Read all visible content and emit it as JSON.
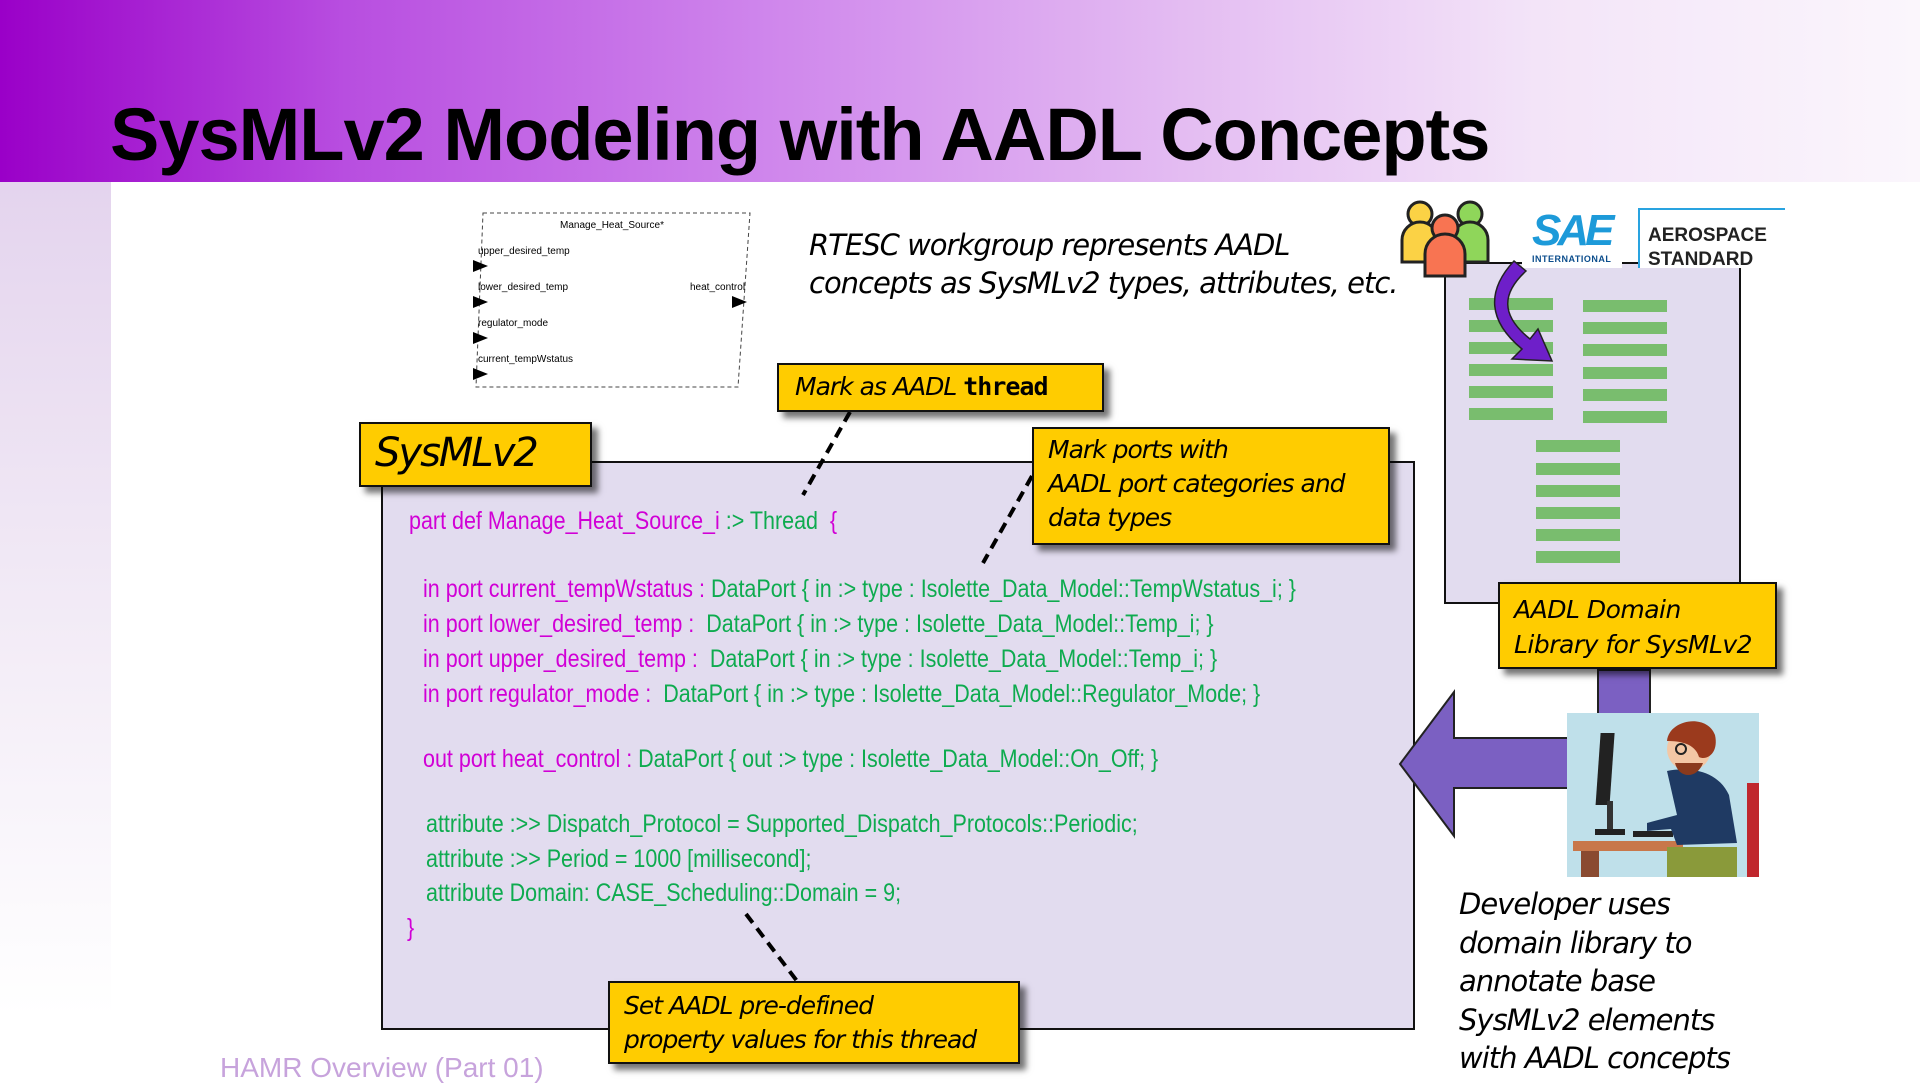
{
  "slide": {
    "title": "SysMLv2 Modeling with AADL Concepts",
    "footer": "HAMR Overview (Part 01)"
  },
  "thread_diagram": {
    "component_name": "Manage_Heat_Source*",
    "in_ports": [
      "upper_desired_temp",
      "lower_desired_temp",
      "regulator_mode",
      "current_tempWstatus"
    ],
    "out_ports": [
      "heat_control"
    ]
  },
  "code_box": {
    "label": "SysMLv2",
    "lines": [
      {
        "kw": "part def Manage_Heat_Source_i",
        "rest": " :> Thread",
        "brace": "  {"
      },
      {
        "kw": "in port current_tempWstatus :",
        "rest": " DataPort { in :> type : Isolette_Data_Model::TempWstatus_i; }"
      },
      {
        "kw": "in port lower_desired_temp :",
        "rest": "  DataPort { in :> type : Isolette_Data_Model::Temp_i; }"
      },
      {
        "kw": "in port upper_desired_temp :",
        "rest": "  DataPort { in :> type : Isolette_Data_Model::Temp_i; }"
      },
      {
        "kw": "in port regulator_mode :",
        "rest": "  DataPort { in :> type : Isolette_Data_Model::Regulator_Mode; }"
      },
      {
        "kw": "out port heat_control :",
        "rest": " DataPort { out :> type : Isolette_Data_Model::On_Off; }"
      },
      {
        "rest": "attribute :>> Dispatch_Protocol = Supported_Dispatch_Protocols::Periodic;"
      },
      {
        "rest": "attribute :>> Period = 1000 [millisecond];"
      },
      {
        "rest": "attribute Domain: CASE_Scheduling::Domain = 9;"
      },
      {
        "kw": "}"
      }
    ]
  },
  "callouts": {
    "thread_prefix": "Mark as AADL ",
    "thread_keyword": "thread",
    "ports": [
      "Mark ports with",
      "AADL port categories and",
      "data types"
    ],
    "properties": [
      "Set AADL pre-defined",
      "property values for this thread"
    ],
    "library": [
      "AADL Domain",
      "Library for SysMLv2"
    ]
  },
  "rtesc_text": [
    "RTESC workgroup represents AADL",
    "concepts as SysMLv2 types, attributes, etc."
  ],
  "sae_logo": {
    "letters": "SAE",
    "subtitle": "INTERNATIONAL",
    "standard": [
      "AEROSPACE",
      "STANDARD"
    ]
  },
  "developer_text": [
    "Developer uses",
    "domain library to",
    "annotate base",
    "SysMLv2 elements",
    "with AADL concepts"
  ],
  "colors": {
    "keyword": "#d100d6",
    "type": "#0eab4f",
    "callout": "#ffcc00",
    "box_fill": "#e2dcef",
    "arrow": "#7b60c2",
    "lib_lines": "#79bd6e"
  },
  "icons": [
    "people-group-icon",
    "curved-arrow-icon",
    "left-arrow-icon",
    "developer-illustration"
  ]
}
